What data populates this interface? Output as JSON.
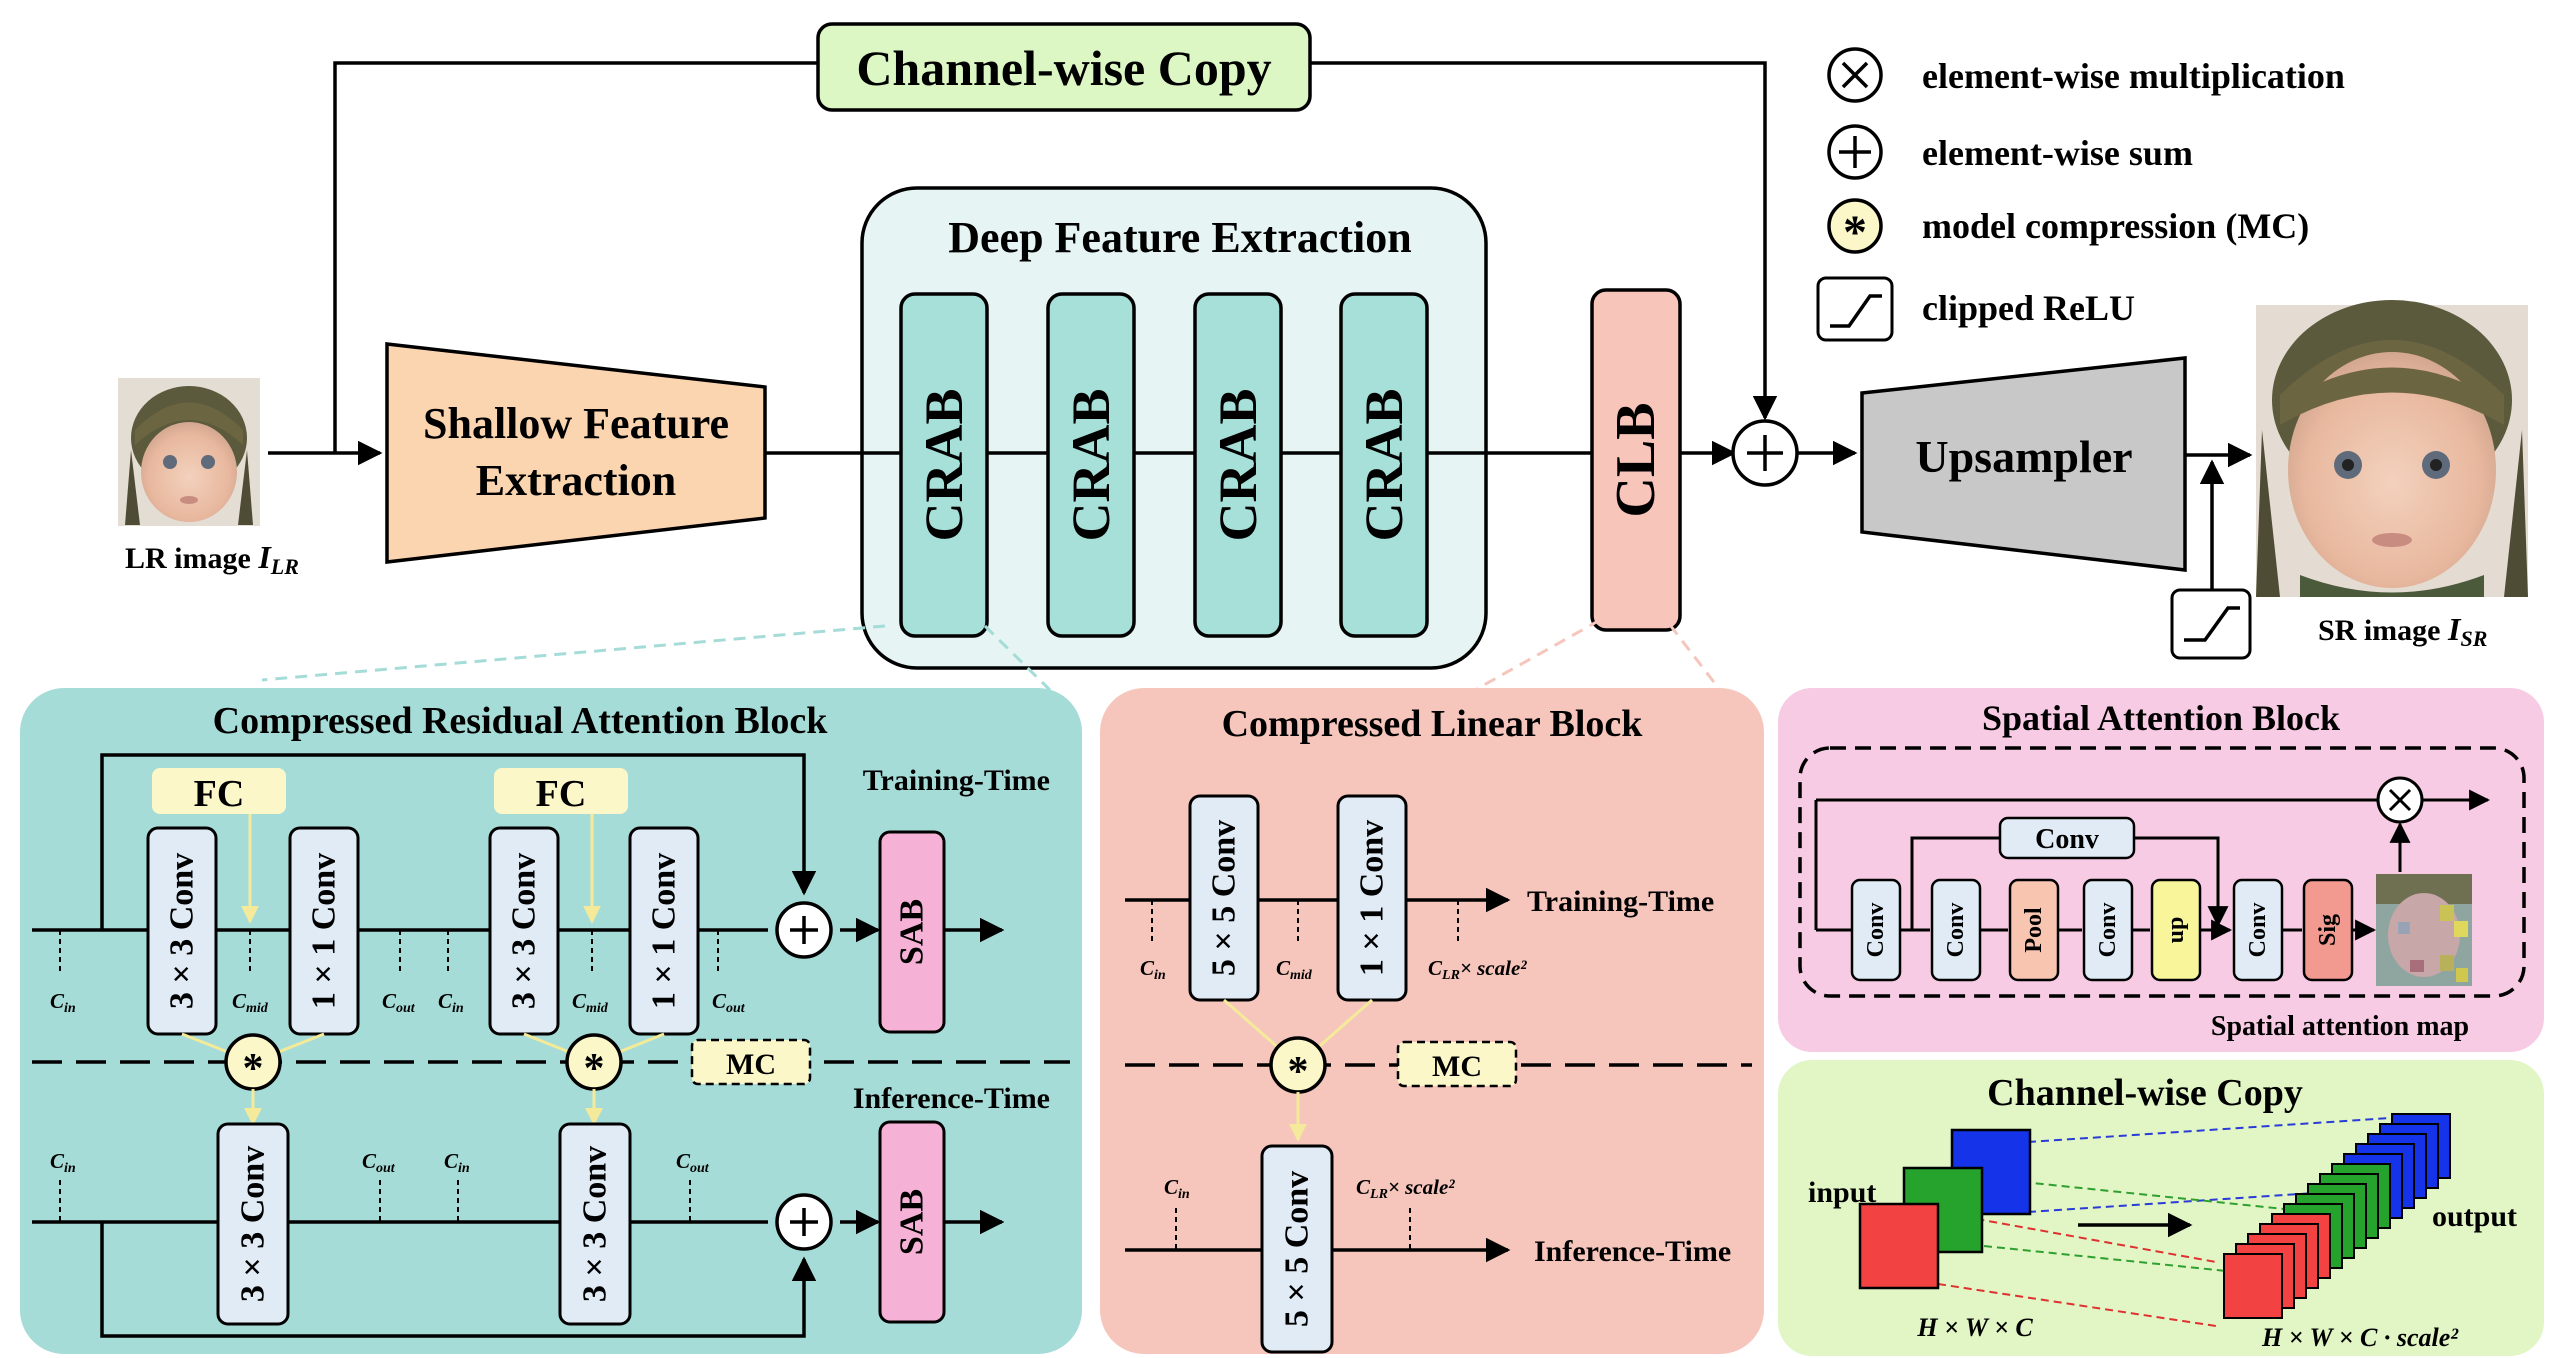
{
  "top": {
    "channel_copy": "Channel-wise Copy",
    "deep_title": "Deep Feature Extraction",
    "shallow_line1": "Shallow Feature",
    "shallow_line2": "Extraction",
    "crab": "CRAB",
    "clb": "CLB",
    "upsampler": "Upsampler",
    "lr_label": "LR image",
    "lr_italic": "I",
    "lr_sub": "LR",
    "sr_label": "SR image",
    "sr_italic": "I",
    "sr_sub": "SR"
  },
  "legend": {
    "mult": "element-wise multiplication",
    "sum": "element-wise sum",
    "mc": "model compression (MC)",
    "relu": "clipped ReLU"
  },
  "crab_panel": {
    "title": "Compressed Residual Attention Block",
    "fc": "FC",
    "conv3": "3 × 3 Conv",
    "conv1": "1 × 1 Conv",
    "sab": "SAB",
    "mc": "MC",
    "training": "Training-Time",
    "inference": "Inference-Time",
    "c": "C",
    "sub_in": "in",
    "sub_mid": "mid",
    "sub_out": "out"
  },
  "clb_panel": {
    "title": "Compressed Linear Block",
    "conv5": "5 × 5 Conv",
    "conv1": "1 × 1 Conv",
    "mc": "MC",
    "training": "Training-Time",
    "inference": "Inference-Time",
    "c": "C",
    "sub_in": "in",
    "sub_mid": "mid",
    "sub_lr": "LR",
    "scale_expr": "× scale²"
  },
  "sab_panel": {
    "title": "Spatial Attention Block",
    "conv": "Conv",
    "pool": "Pool",
    "up": "up",
    "sig": "Sig",
    "map_label": "Spatial attention map"
  },
  "cwc_panel": {
    "title": "Channel-wise Copy",
    "input": "input",
    "output": "output",
    "in_dim": "H × W × C",
    "out_dim": "H × W × C · scale²"
  },
  "colors": {
    "channel_copy_fill": "#dcf7c4",
    "deep_fill": "#e6f5f4",
    "shallow_fill": "#fbd5b0",
    "crab_fill": "#a7dfd9",
    "clb_fill": "#f8c5bb",
    "upsampler_fill": "#c8c8c8",
    "crab_panel_fill": "#a6dcd8",
    "clb_panel_fill": "#f6c6bd",
    "sab_panel_fill": "#f8cbe4",
    "cwc_panel_fill": "#e1f6c4",
    "conv_box_fill": "#e0ebf6",
    "fc_fill": "#fbf7c8",
    "mc_fill": "#fbf7c8",
    "sab_fill": "#f6b2d6",
    "pool_fill": "#f8c5b0",
    "up_fill": "#f8f59a",
    "sig_fill": "#f29a90"
  }
}
